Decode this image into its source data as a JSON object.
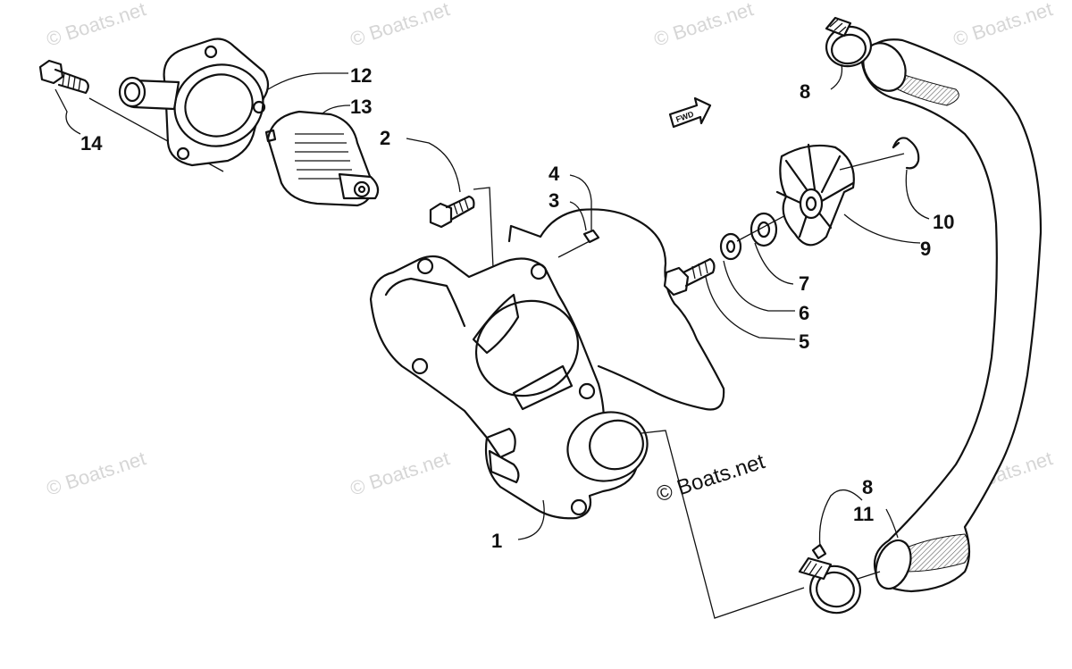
{
  "watermark": {
    "faint_text": "© Boats.net",
    "main_text": "© Boats.net"
  },
  "direction_arrow": {
    "label": "FWD"
  },
  "callouts": {
    "c1": "1",
    "c2": "2",
    "c3": "3",
    "c4": "4",
    "c5": "5",
    "c6": "6",
    "c7": "7",
    "c8a": "8",
    "c8b": "8",
    "c9": "9",
    "c10": "10",
    "c11": "11",
    "c12": "12",
    "c13": "13",
    "c14": "14"
  }
}
